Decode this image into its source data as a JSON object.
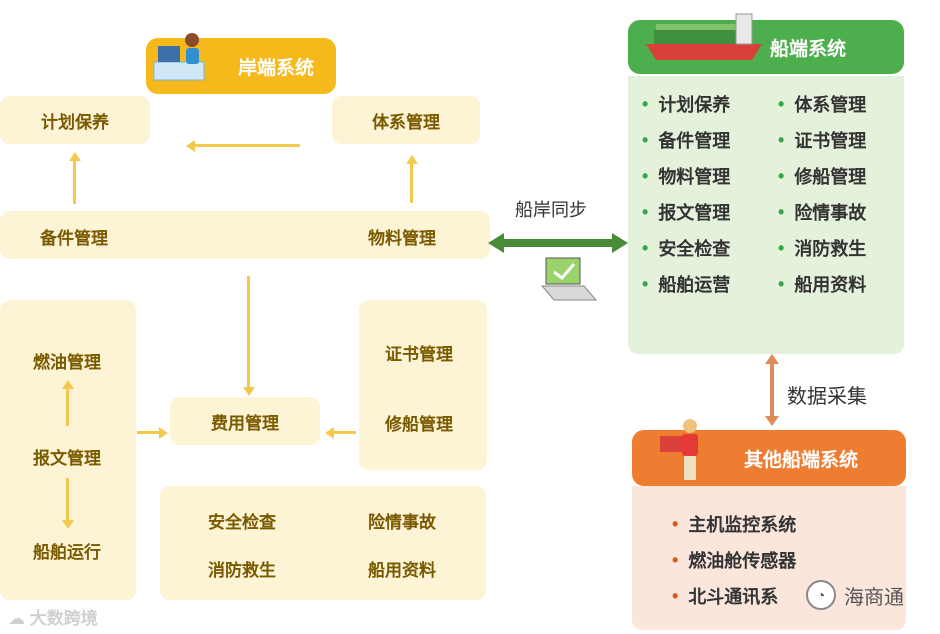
{
  "shore": {
    "title": "岸端系统",
    "plan": "计划保养",
    "system": "体系管理",
    "parts": "备件管理",
    "material": "物料管理",
    "fuel": "燃油管理",
    "report": "报文管理",
    "voyage": "船舶运行",
    "cost": "费用管理",
    "cert": "证书管理",
    "repair": "修船管理",
    "safety": "安全检查",
    "accident": "险情事故",
    "fire": "消防救生",
    "supply": "船用资料"
  },
  "sync_label": "船岸同步",
  "ship": {
    "title": "船端系统",
    "items": [
      "计划保养",
      "体系管理",
      "备件管理",
      "证书管理",
      "物料管理",
      "修船管理",
      "报文管理",
      "险情事故",
      "安全检查",
      "消防救生",
      "船舶运营",
      "船用资料"
    ]
  },
  "collect_label": "数据采集",
  "other": {
    "title": "其他船端系统",
    "items": [
      "主机监控系统",
      "燃油舱传感器",
      "北斗通讯系"
    ]
  },
  "watermark_left": "大数跨境",
  "watermark_right": "海商通",
  "colors": {
    "shore_header": "#f6b91c",
    "ship_header": "#4cae4c",
    "ship_panel": "#e4f2dc",
    "other_header": "#ee7d31",
    "other_panel": "#fbe6dc",
    "sync_arrow": "#4a8b37",
    "collect_arrow": "#e08a5a"
  }
}
